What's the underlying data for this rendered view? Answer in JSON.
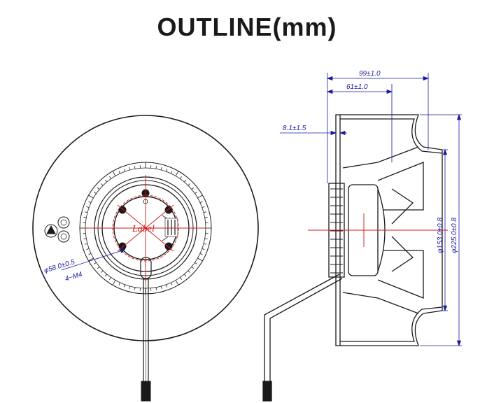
{
  "title": "OUTLINE(mm)",
  "front_view": {
    "hub_label": "Label",
    "dim_diameter": "φ58.0±0.5",
    "dim_holes": "4−M4"
  },
  "side_view": {
    "dim_total_depth": "99±1.0",
    "dim_mid_depth": "61±1.0",
    "dim_offset": "8.1±1.5",
    "dim_inlet_diameter": "φ153.0±0.8",
    "dim_outer_diameter": "φ225.0±0.8"
  },
  "colors": {
    "outline": "#1a1a1a",
    "dimension": "#1a1aa0",
    "centerline": "#d01818"
  }
}
